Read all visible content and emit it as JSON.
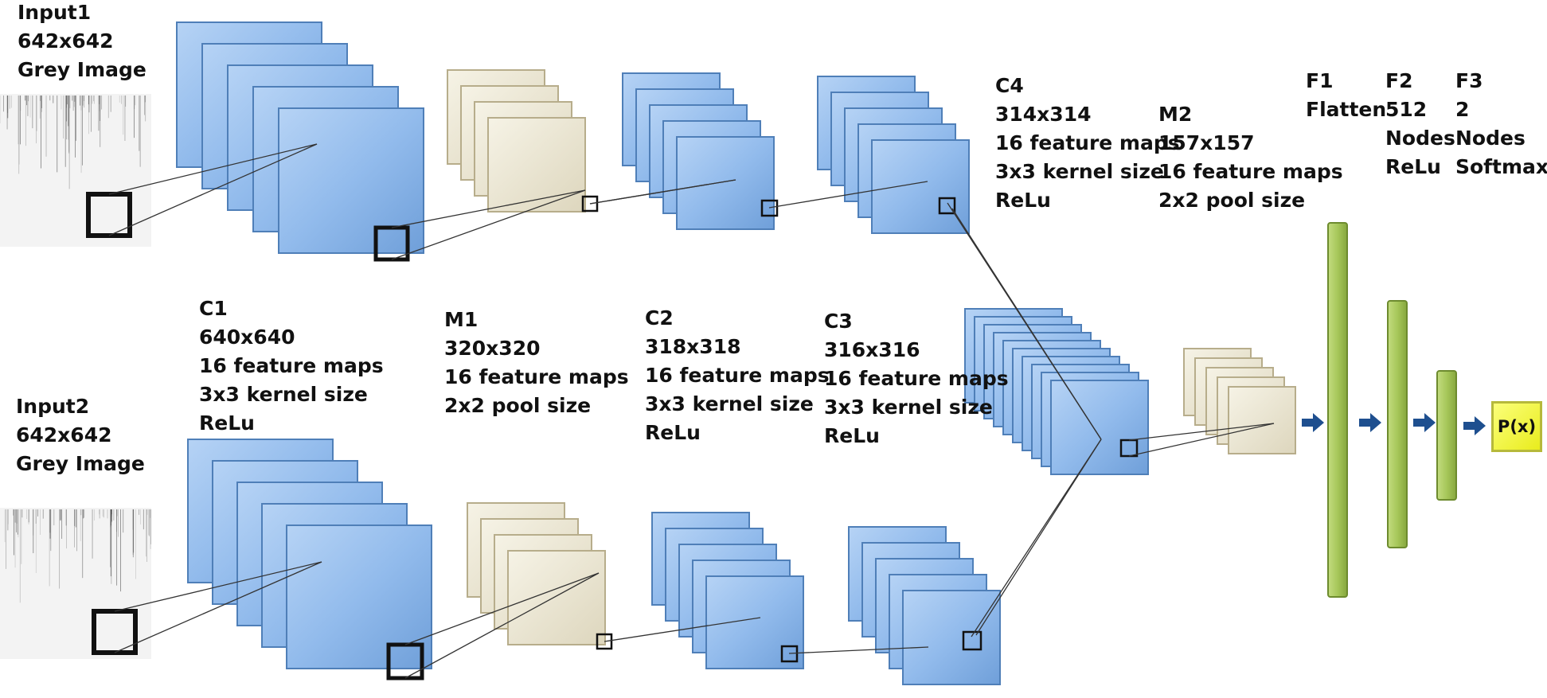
{
  "labels": {
    "input1": [
      "Input1",
      "642x642",
      "Grey Image"
    ],
    "input2": [
      "Input2",
      "642x642",
      "Grey Image"
    ],
    "c1": [
      "C1",
      "640x640",
      "16 feature maps",
      "3x3 kernel size",
      "ReLu"
    ],
    "m1": [
      "M1",
      "320x320",
      "16 feature maps",
      "2x2 pool size"
    ],
    "c2": [
      "C2",
      "318x318",
      "16 feature maps",
      "3x3 kernel size",
      "ReLu"
    ],
    "c3": [
      "C3",
      "316x316",
      "16 feature maps",
      "3x3 kernel size",
      "ReLu"
    ],
    "c4": [
      "C4",
      "314x314",
      "16 feature maps",
      "3x3 kernel size",
      "ReLu"
    ],
    "m2": [
      "M2",
      "157x157",
      "16 feature maps",
      "2x2 pool size"
    ],
    "f1": [
      "F1",
      "Flatten"
    ],
    "f2": [
      "F2",
      "512",
      "Nodes",
      "ReLu"
    ],
    "f3": [
      "F3",
      "2",
      "Nodes",
      "Softmax"
    ]
  },
  "output": {
    "label": "P(x)"
  },
  "colors": {
    "conv": "#8fb8ea",
    "pool": "#ece7d2",
    "dense": "#a7c75a",
    "output": "#f2f53a"
  }
}
